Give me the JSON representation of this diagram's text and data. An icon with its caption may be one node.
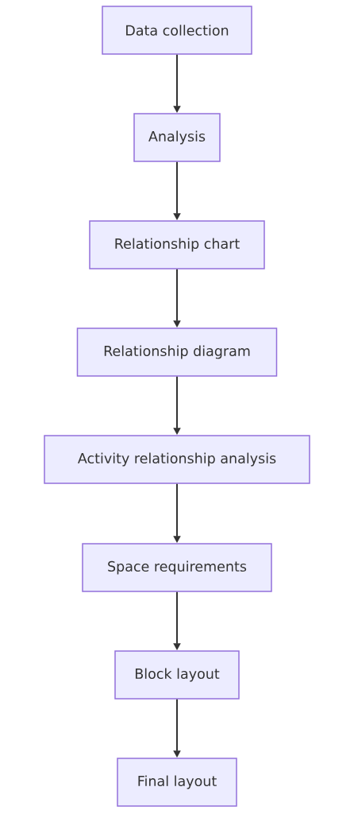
{
  "diagram": {
    "nodes": [
      {
        "text": [
          "Data collection"
        ]
      },
      {
        "text": [
          "Analysis"
        ]
      },
      {
        "text": [
          "Relationship chart"
        ]
      },
      {
        "text": [
          "Relationship diagram"
        ]
      },
      {
        "text": [
          "Activity relationship analysis"
        ]
      },
      {
        "text": [
          "Space requirements"
        ]
      },
      {
        "text": [
          "Block layout"
        ]
      },
      {
        "text": [
          "Final layout"
        ]
      }
    ],
    "edges": [
      {
        "from": 0,
        "to": 1,
        "arrow": "to"
      },
      {
        "from": 1,
        "to": 2,
        "arrow": "to"
      },
      {
        "from": 2,
        "to": 3,
        "arrow": "to"
      },
      {
        "from": 3,
        "to": 4,
        "arrow": "to"
      },
      {
        "from": 4,
        "to": 5,
        "arrow": "to"
      },
      {
        "from": 5,
        "to": 6,
        "arrow": "to"
      },
      {
        "from": 6,
        "to": 7,
        "arrow": "to"
      }
    ]
  }
}
